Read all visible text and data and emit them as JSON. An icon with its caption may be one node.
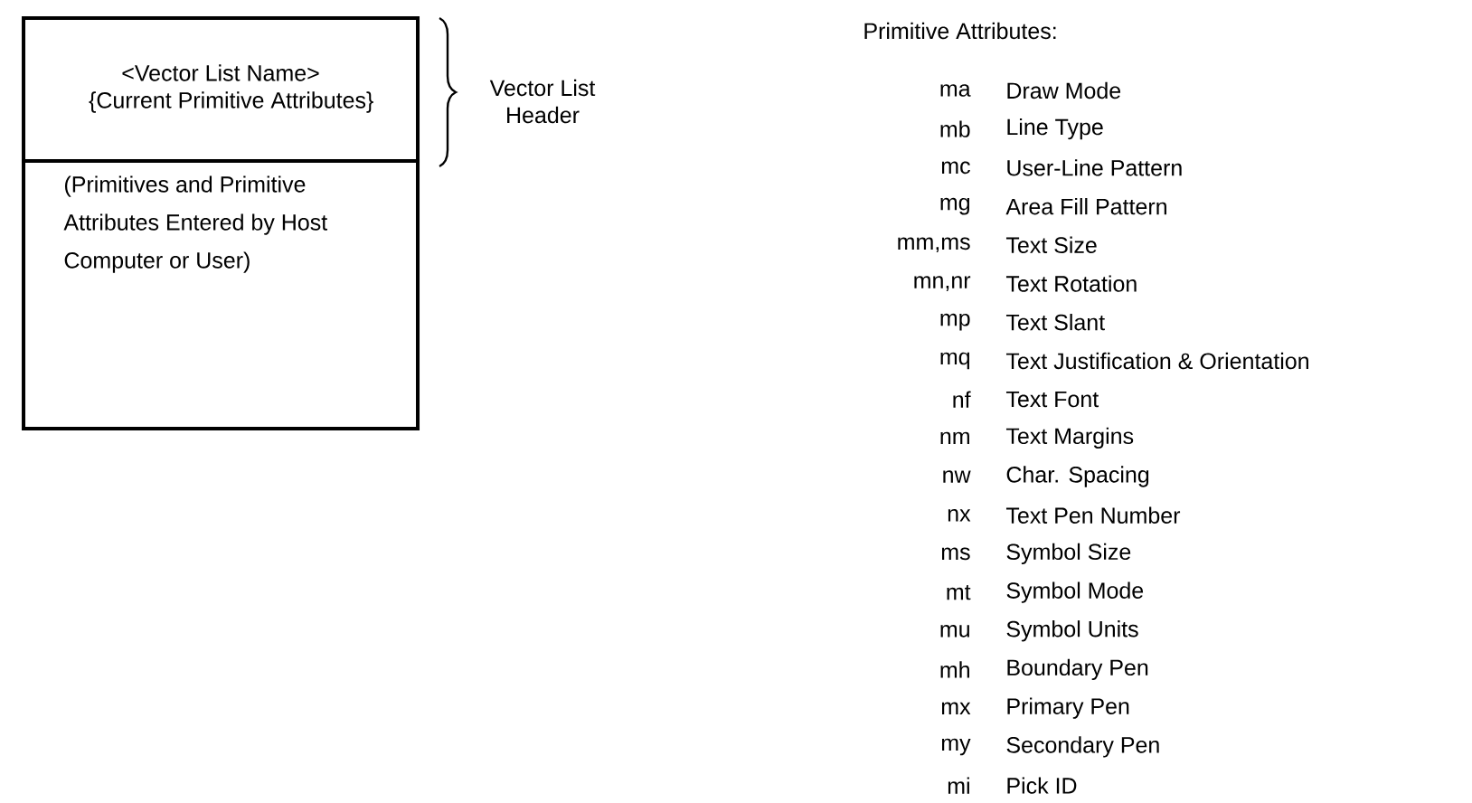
{
  "diagram": {
    "nodes": [
      {
        "text": [
          "<Vector List Name>",
          "{Current Primitive Attributes}"
        ]
      },
      {
        "text": [
          "(Primitives and Primitive Attributes Entered by Host Computer or User)"
        ]
      }
    ],
    "edges": [],
    "labels": [
      "Vector List Header",
      "Primitive Attributes:",
      "ma",
      "Draw Mode",
      "mb",
      "Line Type",
      "mc",
      "User-Line Pattern",
      "mg",
      "Area Fill Pattern",
      "mm,ms",
      "Text Size",
      "mn,nr",
      "Text Rotation",
      "mp",
      "Text Slant",
      "mq",
      "Text Justification & Orientation",
      "nf",
      "Text Font",
      "nm",
      "Text Margins",
      "nw",
      "Char. Spacing",
      "nx",
      "Text Pen Number",
      "ms",
      "Symbol Size",
      "mt",
      "Symbol Mode",
      "mu",
      "Symbol Units",
      "mh",
      "Boundary Pen",
      "mx",
      "Primary Pen",
      "my",
      "Secondary Pen",
      "mi",
      "Pick ID"
    ]
  }
}
